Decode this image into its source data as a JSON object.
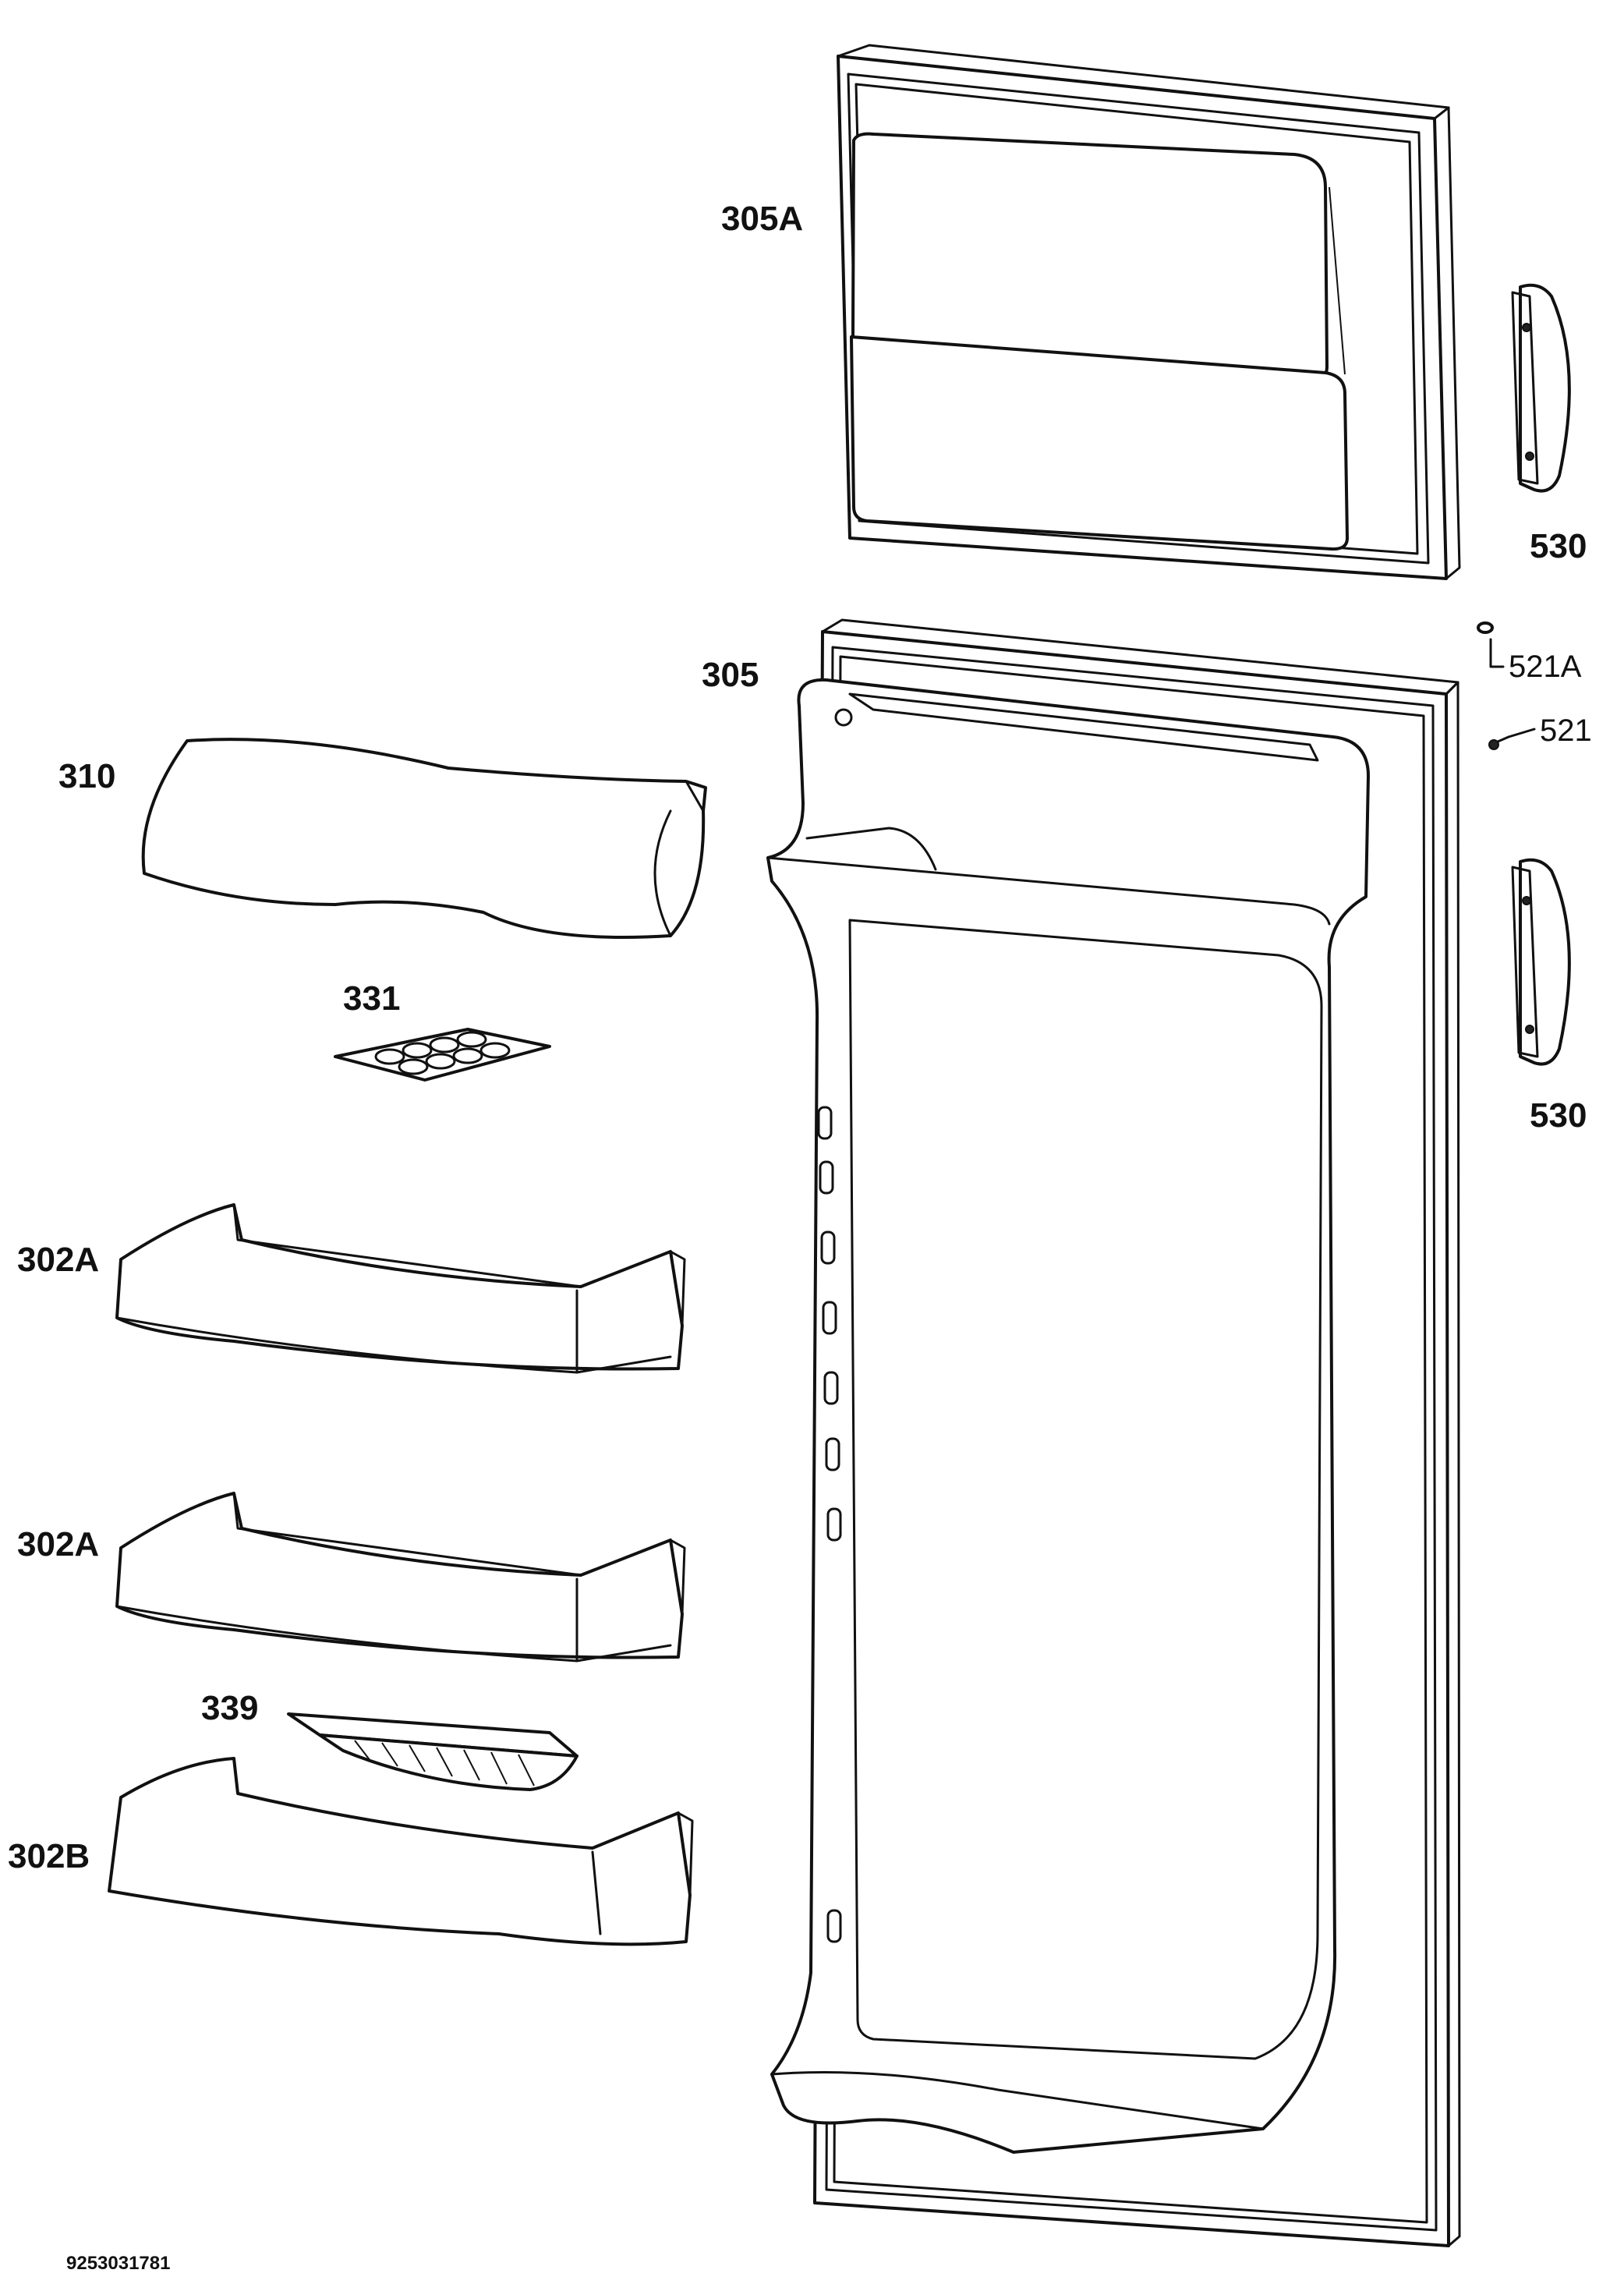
{
  "labels": {
    "p305A": "305A",
    "p530_top": "530",
    "p521A": "521A",
    "p305": "305",
    "p521": "521",
    "p310": "310",
    "p331": "331",
    "p530_bottom": "530",
    "p302A_top": "302A",
    "p302A_bottom": "302A",
    "p339": "339",
    "p302B": "302B"
  },
  "reference_number": "9253031781"
}
